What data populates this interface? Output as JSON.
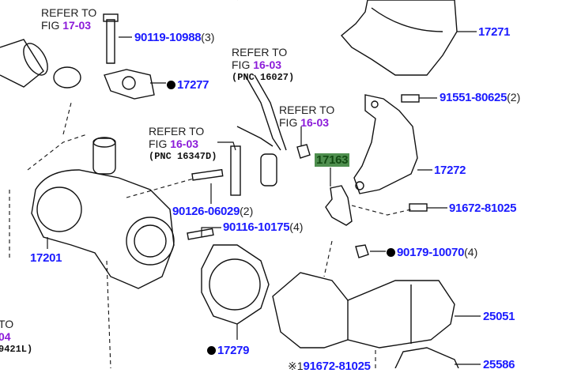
{
  "refs": [
    {
      "line1": "REFER TO",
      "line2": "FIG ",
      "fig": "17-03",
      "pnc": ""
    },
    {
      "line1": "REFER TO",
      "line2": "FIG ",
      "fig": "16-03",
      "pnc": "(PNC 16027)"
    },
    {
      "line1": "REFER TO",
      "line2": "FIG ",
      "fig": "16-03",
      "pnc": ""
    },
    {
      "line1": "REFER TO",
      "line2": "FIG ",
      "fig": "16-03",
      "pnc": "(PNC 16347D)"
    },
    {
      "line1": "TO",
      "line2": "",
      "fig": "04",
      "pnc": "9421L)"
    }
  ],
  "parts": {
    "p90119": {
      "num": "90119-10988",
      "qty": "(3)"
    },
    "p17277": {
      "num": "17277"
    },
    "p17271": {
      "num": "17271"
    },
    "p91551": {
      "num": "91551-80625",
      "qty": "(2)"
    },
    "p17163": {
      "num": "17163"
    },
    "p17272": {
      "num": "17272"
    },
    "p90126": {
      "num": "90126-06029",
      "qty": "(2)"
    },
    "p91672": {
      "num": "91672-81025"
    },
    "p90116": {
      "num": "90116-10175",
      "qty": "(4)"
    },
    "p17201": {
      "num": "17201"
    },
    "p90179": {
      "num": "90179-10070",
      "qty": "(4)"
    },
    "p25051": {
      "num": "25051"
    },
    "p17279": {
      "num": "17279"
    },
    "p91672b": {
      "mark": "※1",
      "num": "91672-81025"
    },
    "p25586": {
      "num": "25586"
    }
  },
  "colors": {
    "part": "#1a1aff",
    "fig": "#8b1ad9",
    "highlight": "#4f8f4f"
  }
}
